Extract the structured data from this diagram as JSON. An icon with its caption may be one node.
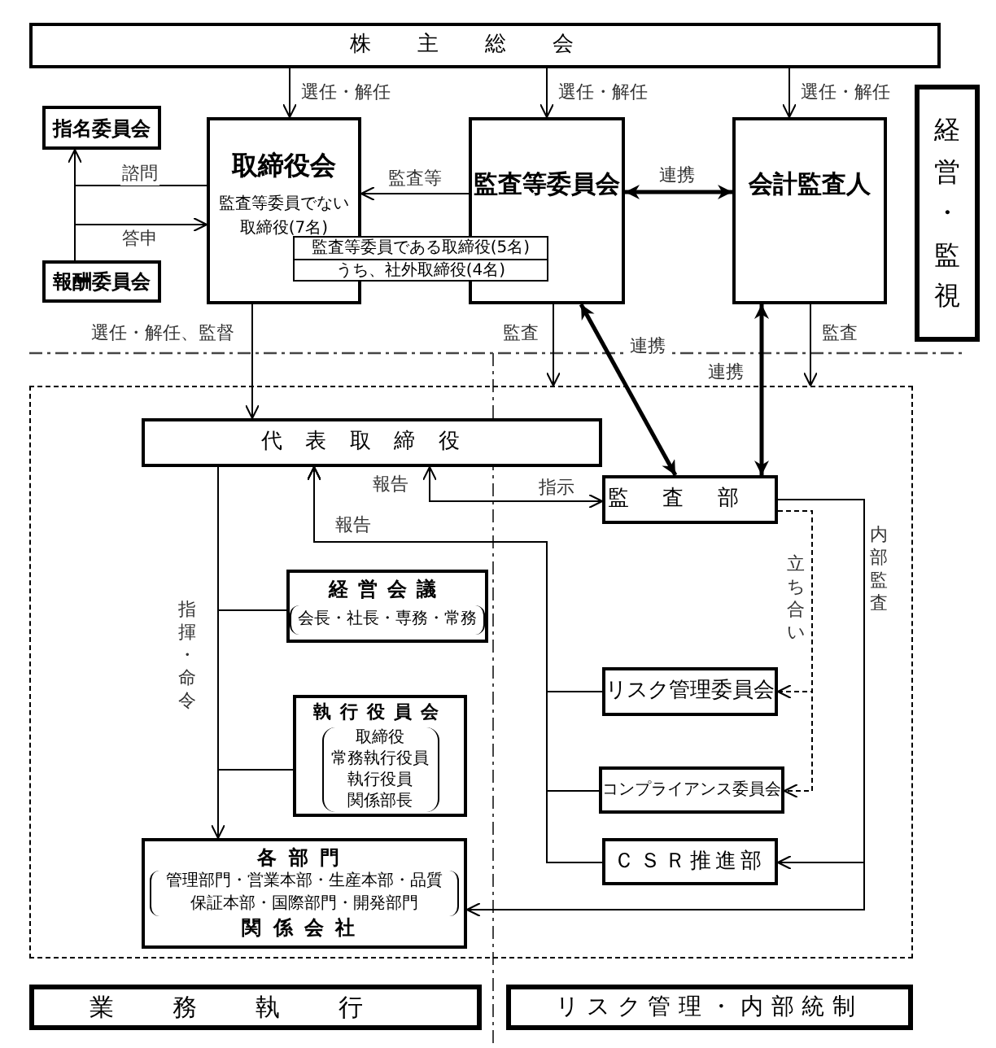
{
  "diagram": {
    "nodes": [
      {
        "text": [
          "株主総会"
        ]
      },
      {
        "text": [
          "指名委員会"
        ]
      },
      {
        "text": [
          "報酬委員会"
        ]
      },
      {
        "text": [
          "取締役会",
          "監査等委員でない取締役(7名)"
        ]
      },
      {
        "text": [
          "監査等委員会"
        ]
      },
      {
        "text": [
          "監査等委員である取締役(5名)",
          "うち、社外取締役(4名)"
        ]
      },
      {
        "text": [
          "会計監査人"
        ]
      },
      {
        "text": [
          "経営・監視"
        ]
      },
      {
        "text": [],
        "shape": "box"
      },
      {
        "text": [
          "代表取締役"
        ],
        "in": 8
      },
      {
        "text": [
          "監査部"
        ],
        "in": 8
      },
      {
        "text": [
          "経営会議",
          "会長・社長・専務・常務"
        ],
        "in": 8
      },
      {
        "text": [
          "リスク管理委員会"
        ],
        "in": 8
      },
      {
        "text": [
          "執行役員会",
          "取締役",
          "常務執行役員",
          "執行役員",
          "関係部長"
        ],
        "in": 8
      },
      {
        "text": [
          "コンプライアンス委員会"
        ],
        "in": 8
      },
      {
        "text": [
          "各部門",
          "管理部門・営業本部・生産本部・品質保証本部・国際部門・開発部門",
          "関係会社"
        ],
        "in": 8
      },
      {
        "text": [
          "ＣＳＲ推進部"
        ],
        "in": 8
      },
      {
        "text": [
          "業務執行"
        ]
      },
      {
        "text": [
          "リスク管理・内部統制"
        ]
      }
    ],
    "edges": [
      {
        "from": 0,
        "to": 3,
        "arrow": "to",
        "label": "選任・解任"
      },
      {
        "from": 0,
        "to": 4,
        "arrow": "to",
        "label": "選任・解任"
      },
      {
        "from": 0,
        "to": 6,
        "arrow": "to",
        "label": "選任・解任"
      },
      {
        "from": 1,
        "to": 2,
        "arrow": "none"
      },
      {
        "from": 3,
        "to": 1,
        "arrow": "to",
        "label": "諮問"
      },
      {
        "from": 2,
        "to": 3,
        "arrow": "to",
        "label": "答申"
      },
      {
        "from": 4,
        "to": 3,
        "arrow": "to",
        "label": "監査等"
      },
      {
        "from": 4,
        "to": 6,
        "arrow": "both",
        "label": "連携",
        "style": "thick"
      },
      {
        "from": 3,
        "to": 9,
        "arrow": "to",
        "label": "選任・解任、監督"
      },
      {
        "from": 4,
        "to": 8,
        "arrow": "to",
        "label": "監査"
      },
      {
        "from": 6,
        "to": 8,
        "arrow": "to",
        "label": "監査"
      },
      {
        "from": 4,
        "to": 10,
        "arrow": "both",
        "label": "連携",
        "style": "thick"
      },
      {
        "from": 6,
        "to": 10,
        "arrow": "both",
        "label": "連携",
        "style": "thick"
      },
      {
        "from": 10,
        "to": 9,
        "arrow": "to",
        "label": "報告"
      },
      {
        "from": 9,
        "to": 10,
        "arrow": "to",
        "label": "指示"
      },
      {
        "from": 12,
        "to": 9,
        "arrow": "to",
        "label": "報告"
      },
      {
        "from": 14,
        "to": 9,
        "arrow": "to"
      },
      {
        "from": 16,
        "to": 9,
        "arrow": "to"
      },
      {
        "from": 9,
        "to": 15,
        "arrow": "to",
        "label": "指揮・命令"
      },
      {
        "from": 9,
        "to": 11,
        "arrow": "none"
      },
      {
        "from": 9,
        "to": 13,
        "arrow": "none"
      },
      {
        "from": 10,
        "to": 12,
        "arrow": "to",
        "label": "立ち合い",
        "style": "dashed"
      },
      {
        "from": 10,
        "to": 14,
        "arrow": "to",
        "style": "dashed"
      },
      {
        "from": 10,
        "to": 16,
        "arrow": "to",
        "label": "内部監査"
      },
      {
        "from": 10,
        "to": 15,
        "arrow": "to"
      }
    ]
  }
}
